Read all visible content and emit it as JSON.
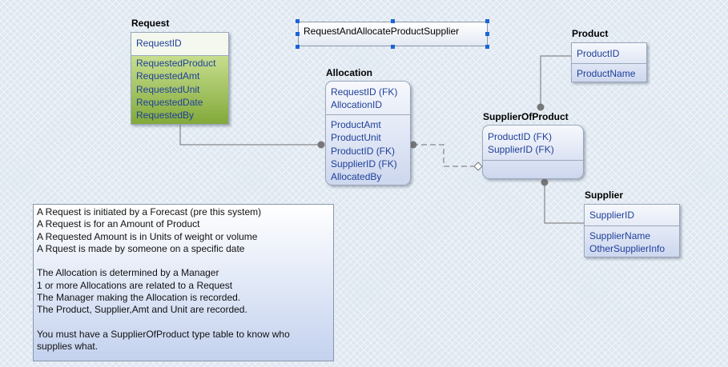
{
  "subtype_label": "RequestAndAllocateProductSupplier",
  "entities": {
    "request": {
      "title": "Request",
      "keys": [
        "RequestID"
      ],
      "attrs": [
        "RequestedProduct",
        "RequestedAmt",
        "RequestedUnit",
        "RequestedDate",
        "RequestedBy"
      ]
    },
    "allocation": {
      "title": "Allocation",
      "keys": [
        "RequestID (FK)",
        "AllocationID"
      ],
      "attrs": [
        "ProductAmt",
        "ProductUnit",
        "ProductID (FK)",
        "SupplierID (FK)",
        "AllocatedBy"
      ]
    },
    "product": {
      "title": "Product",
      "keys": [
        "ProductID"
      ],
      "attrs": [
        "ProductName"
      ]
    },
    "supplierofproduct": {
      "title": "SupplierOfProduct",
      "keys": [
        "ProductID (FK)",
        "SupplierID (FK)"
      ],
      "attrs": []
    },
    "supplier": {
      "title": "Supplier",
      "keys": [
        "SupplierID"
      ],
      "attrs": [
        "SupplierName",
        "OtherSupplierInfo"
      ]
    }
  },
  "note": {
    "lines": [
      "A Request is initiated by a Forecast (pre this system)",
      "A Request is for an Amount of Product",
      "A Requested Amount is in Units  of weight or volume",
      "A Rquest is made by someone on a specific date",
      "",
      "The Allocation is determined by a Manager",
      "1 or more Allocations are related to a Request",
      "The Manager making the Allocation is recorded.",
      "The Product, Supplier,Amt and Unit are recorded.",
      "",
      "You must have a SupplierOfProduct type table to know who",
      "supplies what."
    ]
  },
  "colors": {
    "entity_text": "#1f3f9a",
    "request_fill": "#82a93a",
    "entity_fill": "#cdd7ee",
    "selection_handle": "#1a64d8",
    "connector": "#6f6f6f"
  }
}
